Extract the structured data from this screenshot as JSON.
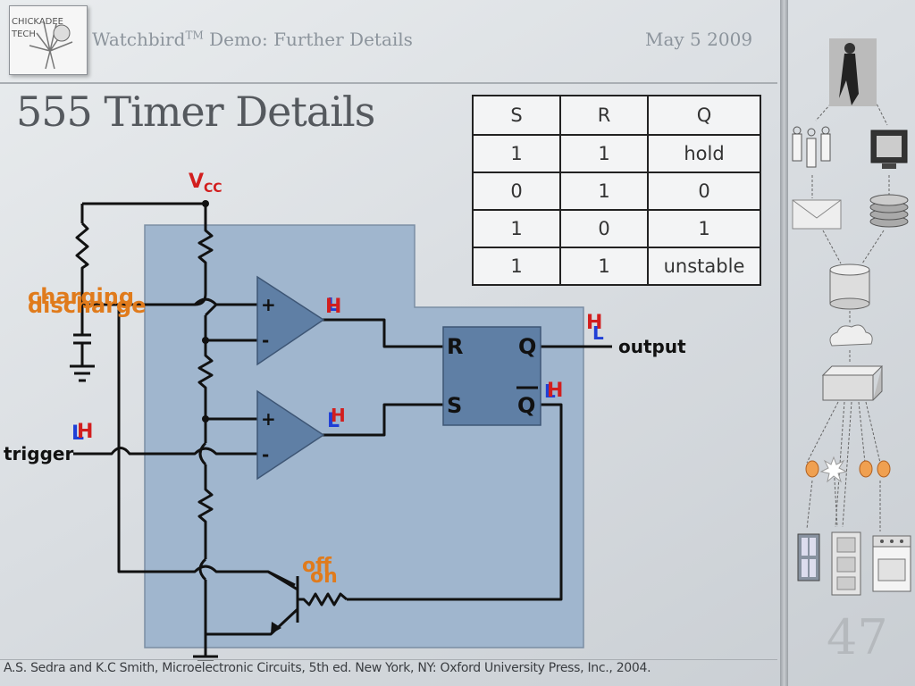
{
  "header": {
    "logo_line1": "CHICKADEE",
    "logo_line2": "TECH",
    "title": "Watchbird",
    "title_tm": "TM",
    "title_rest": " Demo: Further Details",
    "date": "May 5 2009"
  },
  "slide": {
    "title": "555 Timer Details",
    "page_number": "47"
  },
  "truth_table": {
    "headers": [
      "S",
      "R",
      "Q"
    ],
    "rows": [
      [
        "1",
        "1",
        "hold"
      ],
      [
        "0",
        "1",
        "0"
      ],
      [
        "1",
        "0",
        "1"
      ],
      [
        "1",
        "1",
        "unstable"
      ]
    ]
  },
  "circuit": {
    "vcc_main": "V",
    "vcc_sub": "CC",
    "charging": "charging",
    "discharge": "discharge",
    "plus": "+",
    "minus": "-",
    "r_label": "R",
    "s_label": "S",
    "q_label": "Q",
    "qbar_label": "Q",
    "output": "output",
    "trigger": "trigger",
    "h": "H",
    "l": "L",
    "off": "off",
    "on": "on"
  },
  "colors": {
    "accent_orange": "#e07b1c",
    "high_red": "#d21e1e",
    "low_blue": "#1f3fd6",
    "chip_blue": "#5f7fa5",
    "box_blue": "#a0b6ce"
  },
  "footnote": "A.S. Sedra and K.C Smith, Microelectronic Circuits, 5th ed. New York, NY: Oxford University Press, Inc., 2004."
}
